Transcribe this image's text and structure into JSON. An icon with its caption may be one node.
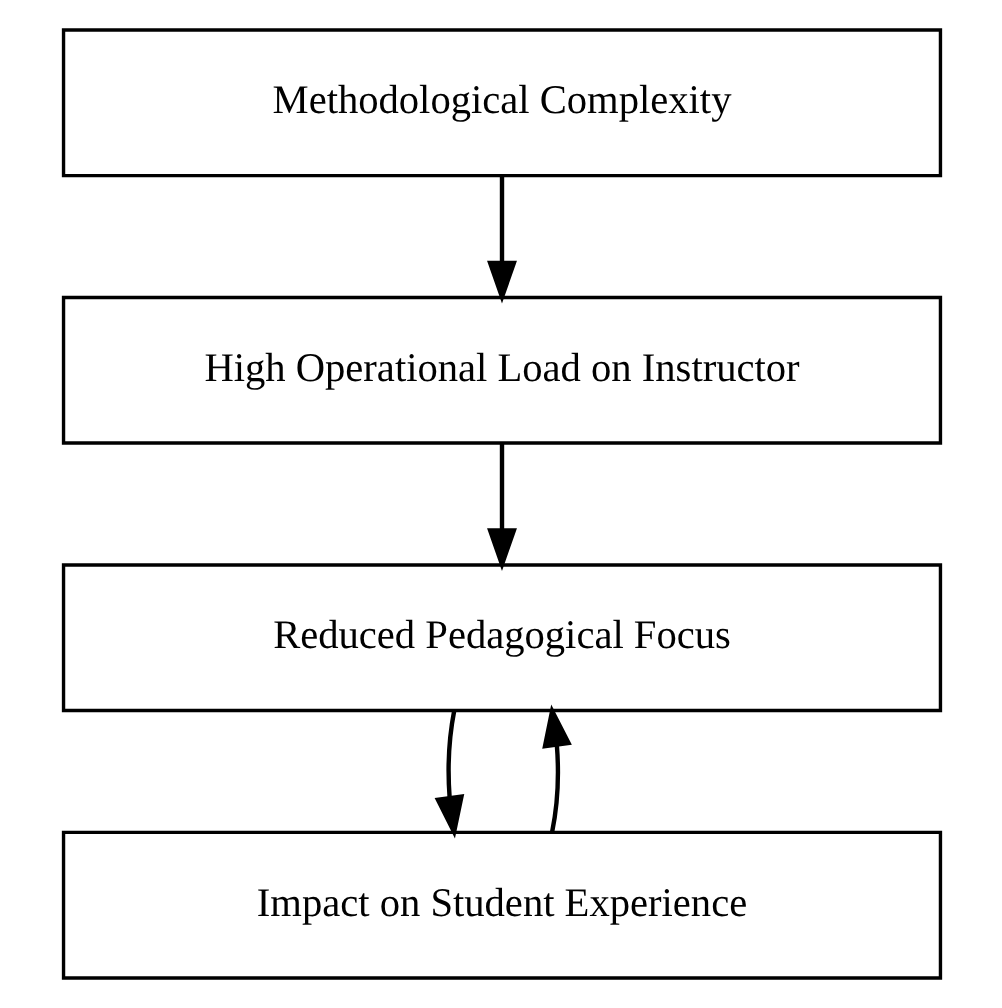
{
  "diagram": {
    "nodes": [
      {
        "text": [
          "Methodological Complexity"
        ]
      },
      {
        "text": [
          "High Operational Load on Instructor"
        ]
      },
      {
        "text": [
          "Reduced Pedagogical Focus"
        ]
      },
      {
        "text": [
          "Impact on Student Experience"
        ]
      }
    ],
    "edges": [
      {
        "from": 0,
        "to": 1,
        "arrow": "to"
      },
      {
        "from": 1,
        "to": 2,
        "arrow": "to"
      },
      {
        "from": 2,
        "to": 3,
        "arrow": "to"
      },
      {
        "from": 3,
        "to": 2,
        "arrow": "to"
      }
    ]
  }
}
